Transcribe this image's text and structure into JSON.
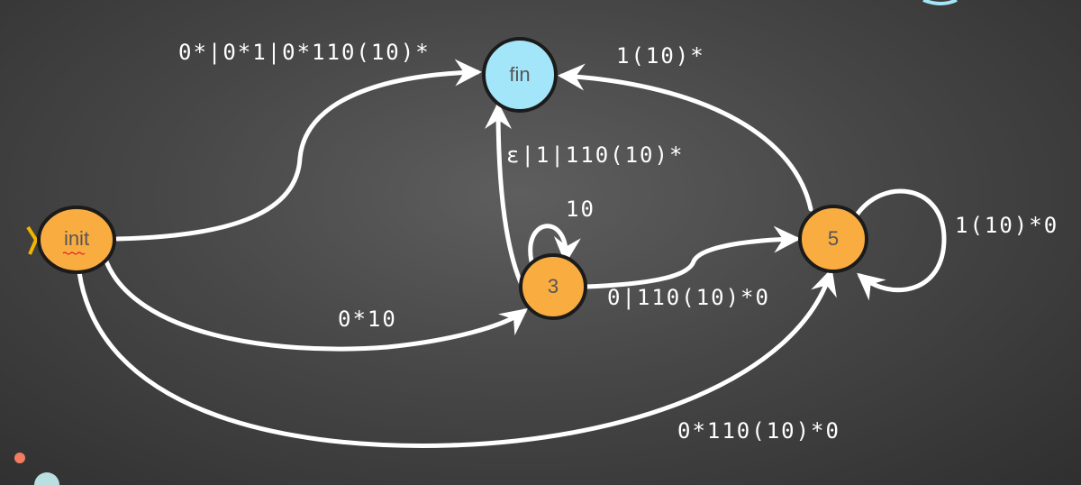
{
  "colors": {
    "state": "#f9ac40",
    "final": "#a4e6f9",
    "edge": "#ffffff",
    "start_marker": "#f2b400"
  },
  "nodes": {
    "init": "init",
    "fin": "fin",
    "s3": "3",
    "s5": "5"
  },
  "edges": {
    "init_fin": "0*|0*1|0*110(10)*",
    "s5_fin": "1(10)*",
    "s3_fin": "ε|1|110(10)*",
    "s3_loop": "10",
    "s5_loop": "1(10)*0",
    "init_s3": "0*10",
    "s3_s5": "0|110(10)*0",
    "init_s5": "0*110(10)*0"
  }
}
